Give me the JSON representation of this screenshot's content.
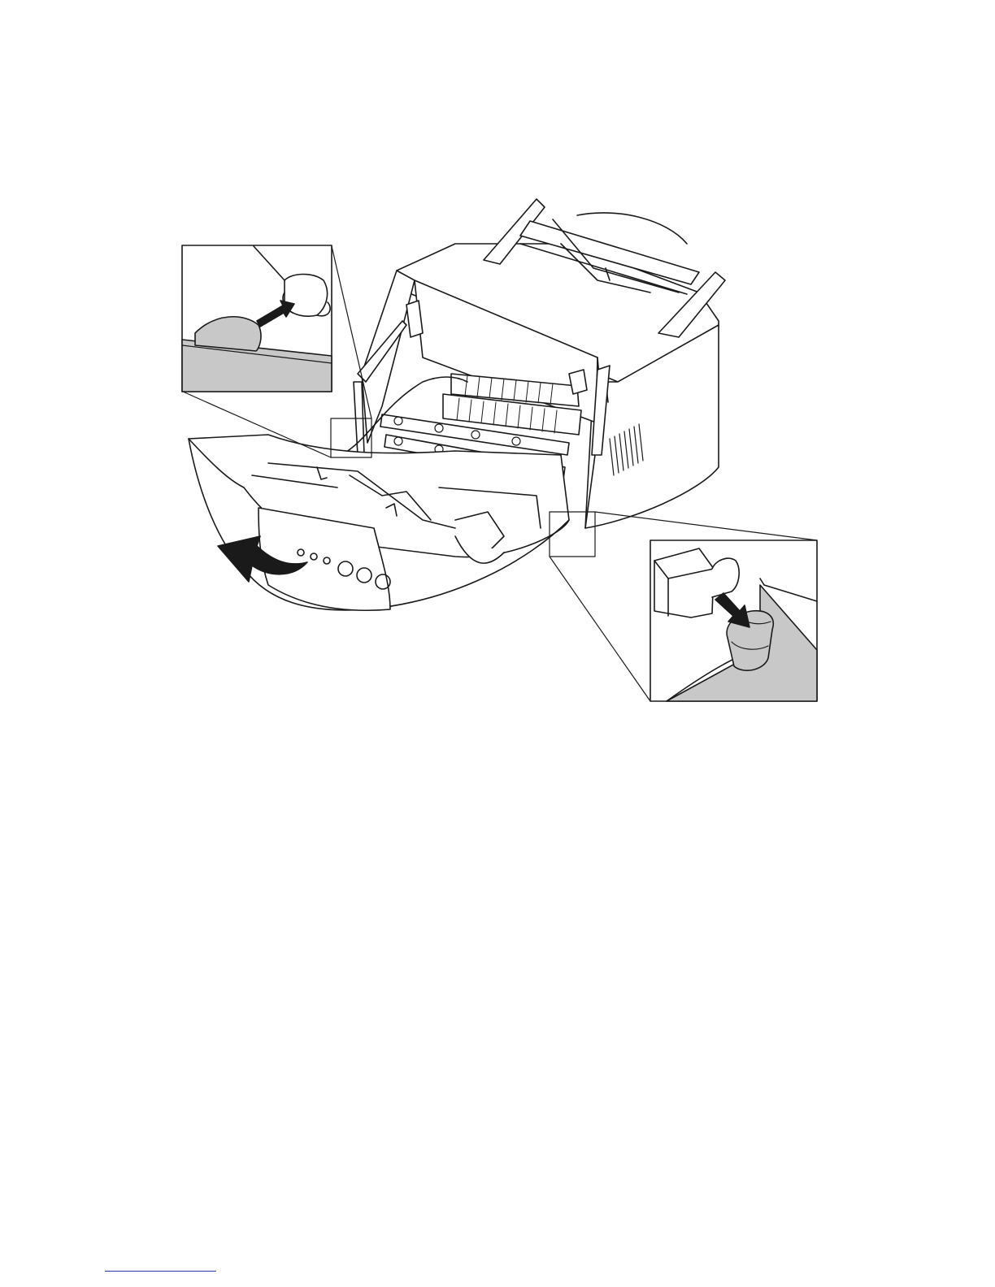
{
  "figure": {
    "subject": "printer-front-cover-open",
    "callouts": [
      "left-detail-inset",
      "right-detail-inset"
    ],
    "arrows": [
      "open-cover-arrow",
      "inset-left-arrow",
      "inset-right-arrow"
    ]
  },
  "colors": {
    "line": "#1a1a1a",
    "shade": "#c8c8c8",
    "paper": "#ffffff",
    "footer_rule": "#2a38a8"
  }
}
